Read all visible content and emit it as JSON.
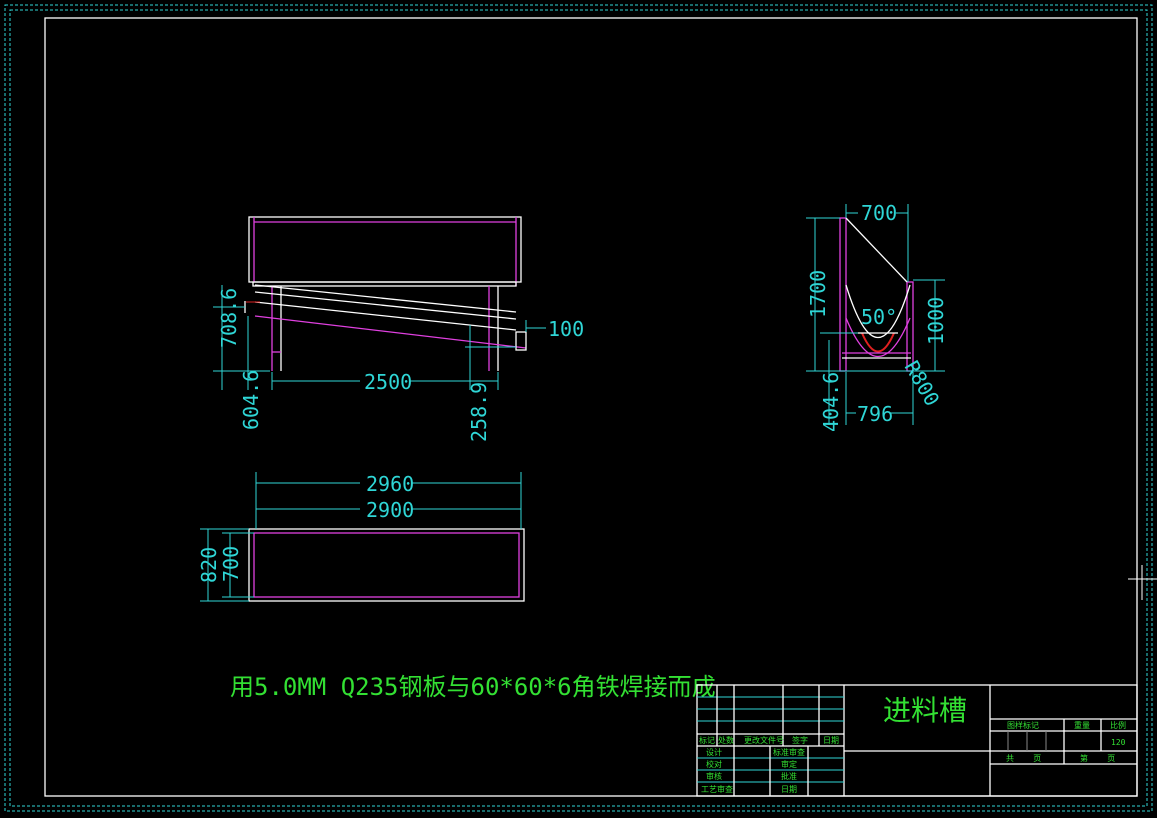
{
  "drawing": {
    "title": "进料槽",
    "note": "用5.0MM Q235钢板与60*60*6角铁焊接而成",
    "colors": {
      "frame": "#ffffff",
      "dimension": "#2fd6d6",
      "text": "#33e033",
      "part": "#e040e0"
    }
  },
  "elevation_view": {
    "dims": {
      "height": "708.6",
      "length": "2500",
      "leg_left": "604.6",
      "leg_right": "258.9",
      "outlet": "100"
    }
  },
  "plan_view": {
    "dims": {
      "outer_length": "2960",
      "inner_length": "2900",
      "outer_width": "820",
      "inner_width": "700"
    }
  },
  "side_view": {
    "dims": {
      "top_width": "700",
      "height": "1700",
      "right_height": "1000",
      "angle": "50°",
      "radius": "R800",
      "base_height": "404.6",
      "base_width": "796"
    }
  },
  "title_block": {
    "rev_headers": [
      "标记",
      "处数",
      "更改文件号",
      "签字",
      "日期"
    ],
    "left_labels": [
      "设计",
      "校对",
      "审核",
      "工艺审查"
    ],
    "mid_labels": [
      "标准审查",
      "审定",
      "批准",
      "日期"
    ],
    "right_headers": [
      "图样标记",
      "重量",
      "比例"
    ],
    "scale": "120",
    "total_pages": "共    页",
    "page_no": "第    页"
  }
}
